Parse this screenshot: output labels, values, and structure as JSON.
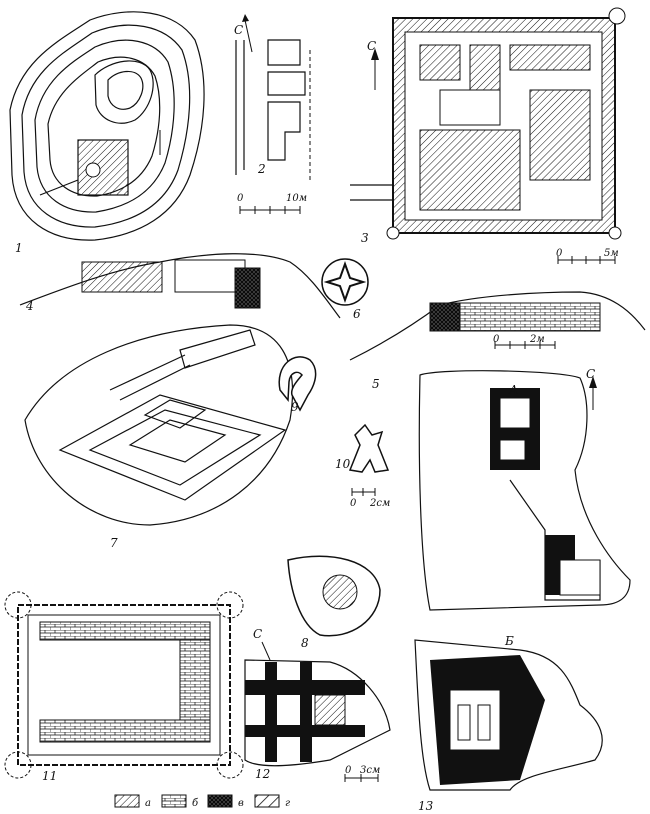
{
  "figures": [
    {
      "id": "1",
      "label": "1"
    },
    {
      "id": "2",
      "label": "2"
    },
    {
      "id": "3",
      "label": "3"
    },
    {
      "id": "4",
      "label": "4"
    },
    {
      "id": "5",
      "label": "5"
    },
    {
      "id": "6",
      "label": "6"
    },
    {
      "id": "7",
      "label": "7"
    },
    {
      "id": "8",
      "label": "8"
    },
    {
      "id": "9",
      "label": "9"
    },
    {
      "id": "10",
      "label": "10"
    },
    {
      "id": "11",
      "label": "11"
    },
    {
      "id": "12",
      "label": "12"
    },
    {
      "id": "13",
      "label": "13"
    }
  ],
  "north_marker": "С",
  "scales": {
    "fig2": {
      "zero": "0",
      "value": "10м"
    },
    "fig3": {
      "zero": "0",
      "value": "5м"
    },
    "fig5": {
      "zero": "0",
      "value": "2м"
    },
    "fig10": {
      "zero": "0",
      "value": "2см"
    },
    "fig12": {
      "zero": "0",
      "value": "3см"
    }
  },
  "section_labels": {
    "a": "А",
    "b": "Б"
  },
  "legend": [
    {
      "key": "а",
      "pattern": "diagonal"
    },
    {
      "key": "б",
      "pattern": "brick"
    },
    {
      "key": "в",
      "pattern": "cross"
    },
    {
      "key": "г",
      "pattern": "diagonal-wide"
    }
  ]
}
